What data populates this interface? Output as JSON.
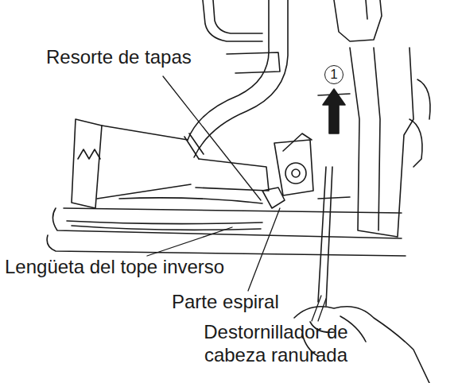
{
  "diagram": {
    "labels": [
      "Resorte de tapas",
      "Lengüeta del tope inverso",
      "Parte espiral",
      "Destornillador de cabeza ranurada",
      "1"
    ]
  }
}
